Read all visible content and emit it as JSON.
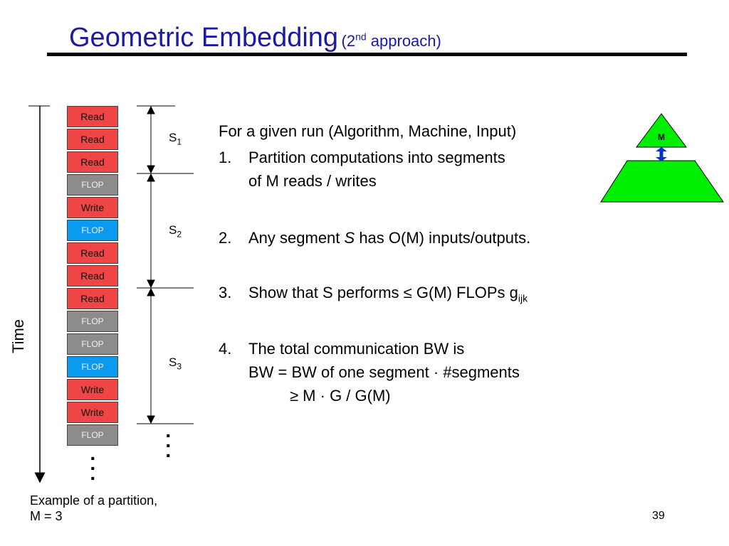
{
  "title": {
    "main": "Geometric Embedding",
    "sub_prefix": "(2",
    "sub_sup": "nd",
    "sub_suffix": " approach)"
  },
  "stack": [
    {
      "label": "Read",
      "kind": "read"
    },
    {
      "label": "Read",
      "kind": "read"
    },
    {
      "label": "Read",
      "kind": "read"
    },
    {
      "label": "FLOP",
      "kind": "flop-gray"
    },
    {
      "label": "Write",
      "kind": "write"
    },
    {
      "label": "FLOP",
      "kind": "flop-blue"
    },
    {
      "label": "Read",
      "kind": "read"
    },
    {
      "label": "Read",
      "kind": "read"
    },
    {
      "label": "Read",
      "kind": "read"
    },
    {
      "label": "FLOP",
      "kind": "flop-gray"
    },
    {
      "label": "FLOP",
      "kind": "flop-gray"
    },
    {
      "label": "FLOP",
      "kind": "flop-blue"
    },
    {
      "label": "Write",
      "kind": "write"
    },
    {
      "label": "Write",
      "kind": "write"
    },
    {
      "label": "FLOP",
      "kind": "flop-gray"
    }
  ],
  "segments": [
    {
      "base": "S",
      "sub": "1"
    },
    {
      "base": "S",
      "sub": "2"
    },
    {
      "base": "S",
      "sub": "3"
    }
  ],
  "time_label": "Time",
  "caption": {
    "line1": "Example of a partition,",
    "line2": "M = 3"
  },
  "content": {
    "intro": "For a given run (Algorithm, Machine, Input)",
    "items": [
      {
        "num": "1.",
        "line1": "Partition computations into segments",
        "line2": "of M reads / writes"
      },
      {
        "num": "2.",
        "pre": "Any segment ",
        "italic": "S",
        "post": " has O(M) inputs/outputs."
      },
      {
        "num": "3.",
        "text": "Show that S performs ≤ G(M) FLOPs g",
        "sub": "ijk"
      },
      {
        "num": "4.",
        "line1": "The total communication BW is",
        "line2": "BW = BW of one segment · #segments",
        "line3": "≥  M · G / G(M)"
      }
    ]
  },
  "pyramid": {
    "label": "M",
    "fill": "#00ee00",
    "arrow_color": "#0033cc"
  },
  "colors": {
    "title": "#1a1aa6",
    "read": "#ef4545",
    "flop_gray": "#8c8c8c",
    "flop_blue": "#0a9af0"
  },
  "page_number": "39"
}
